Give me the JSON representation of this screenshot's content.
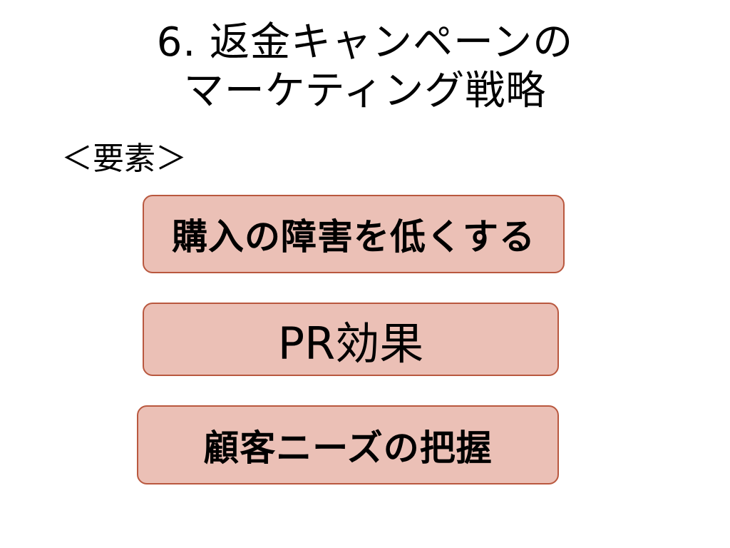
{
  "slide": {
    "title_lines": [
      "6. 返金キャンペーンの",
      "マーケティング戦略"
    ],
    "subheading": "＜要素＞",
    "elements": [
      {
        "label": "購入の障害を低くする"
      },
      {
        "label": "PR効果"
      },
      {
        "label": "顧客ニーズの把握"
      }
    ]
  },
  "colors": {
    "box_fill": "#ebc0b6",
    "box_border": "#b9583f",
    "text": "#000000",
    "background": "#ffffff"
  }
}
